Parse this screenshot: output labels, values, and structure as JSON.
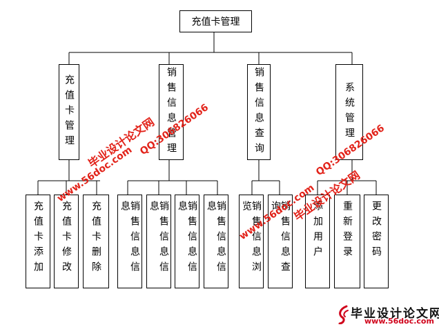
{
  "root": "充值卡管理",
  "modules": [
    {
      "label": "充值卡管理",
      "children": [
        "充值卡添加",
        "充值卡修改",
        "充值卡删除"
      ]
    },
    {
      "label": "销售信息管理",
      "children": [
        "销售信息信息",
        "销售信息信息",
        "销售信息信息",
        "销售信息信息"
      ]
    },
    {
      "label": "销售信息查询",
      "children": [
        "销售信息浏览",
        "销售信息查询"
      ]
    },
    {
      "label": "系统管理",
      "children": [
        "添加用户",
        "重新登录",
        "更改密码"
      ]
    }
  ],
  "watermarks": {
    "cn": "毕业设计论文网",
    "site": "www.56doc.com",
    "qq": "QQ:306826066"
  },
  "footer": {
    "brand": "毕业设计论文网",
    "site": "www.56doc.com"
  }
}
